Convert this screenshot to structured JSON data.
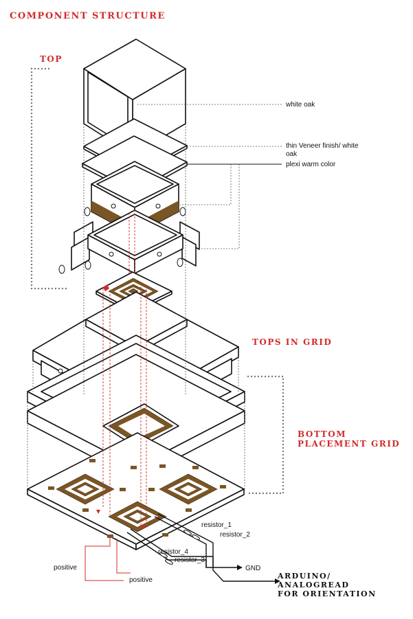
{
  "title": "COMPONENT STRUCTURE",
  "sections": {
    "top": "TOP",
    "tops_in_grid": "TOPS IN GRID",
    "bottom_line1": "BOTTOM",
    "bottom_line2": "PLACEMENT GRID"
  },
  "materials": {
    "white_oak": "white oak",
    "veneer_line1": "thin Veneer finish/ white",
    "veneer_line2": "oak",
    "plexi": "plexi warm color"
  },
  "circuit": {
    "resistor_1": "resistor_1",
    "resistor_2": "resistor_2",
    "resistor_3": "resistor_3",
    "resistor_4": "resistor_4",
    "gnd": "GND",
    "positive_1": "positive",
    "positive_2": "positive",
    "arduino_line1": "ARDUINO/",
    "arduino_line2": "ANALOGREAD",
    "arduino_line3": "FOR ORIENTATION"
  },
  "colors": {
    "accent_red": "#d42a2a",
    "wood_brown": "#7a5525",
    "line_black": "#111111"
  }
}
